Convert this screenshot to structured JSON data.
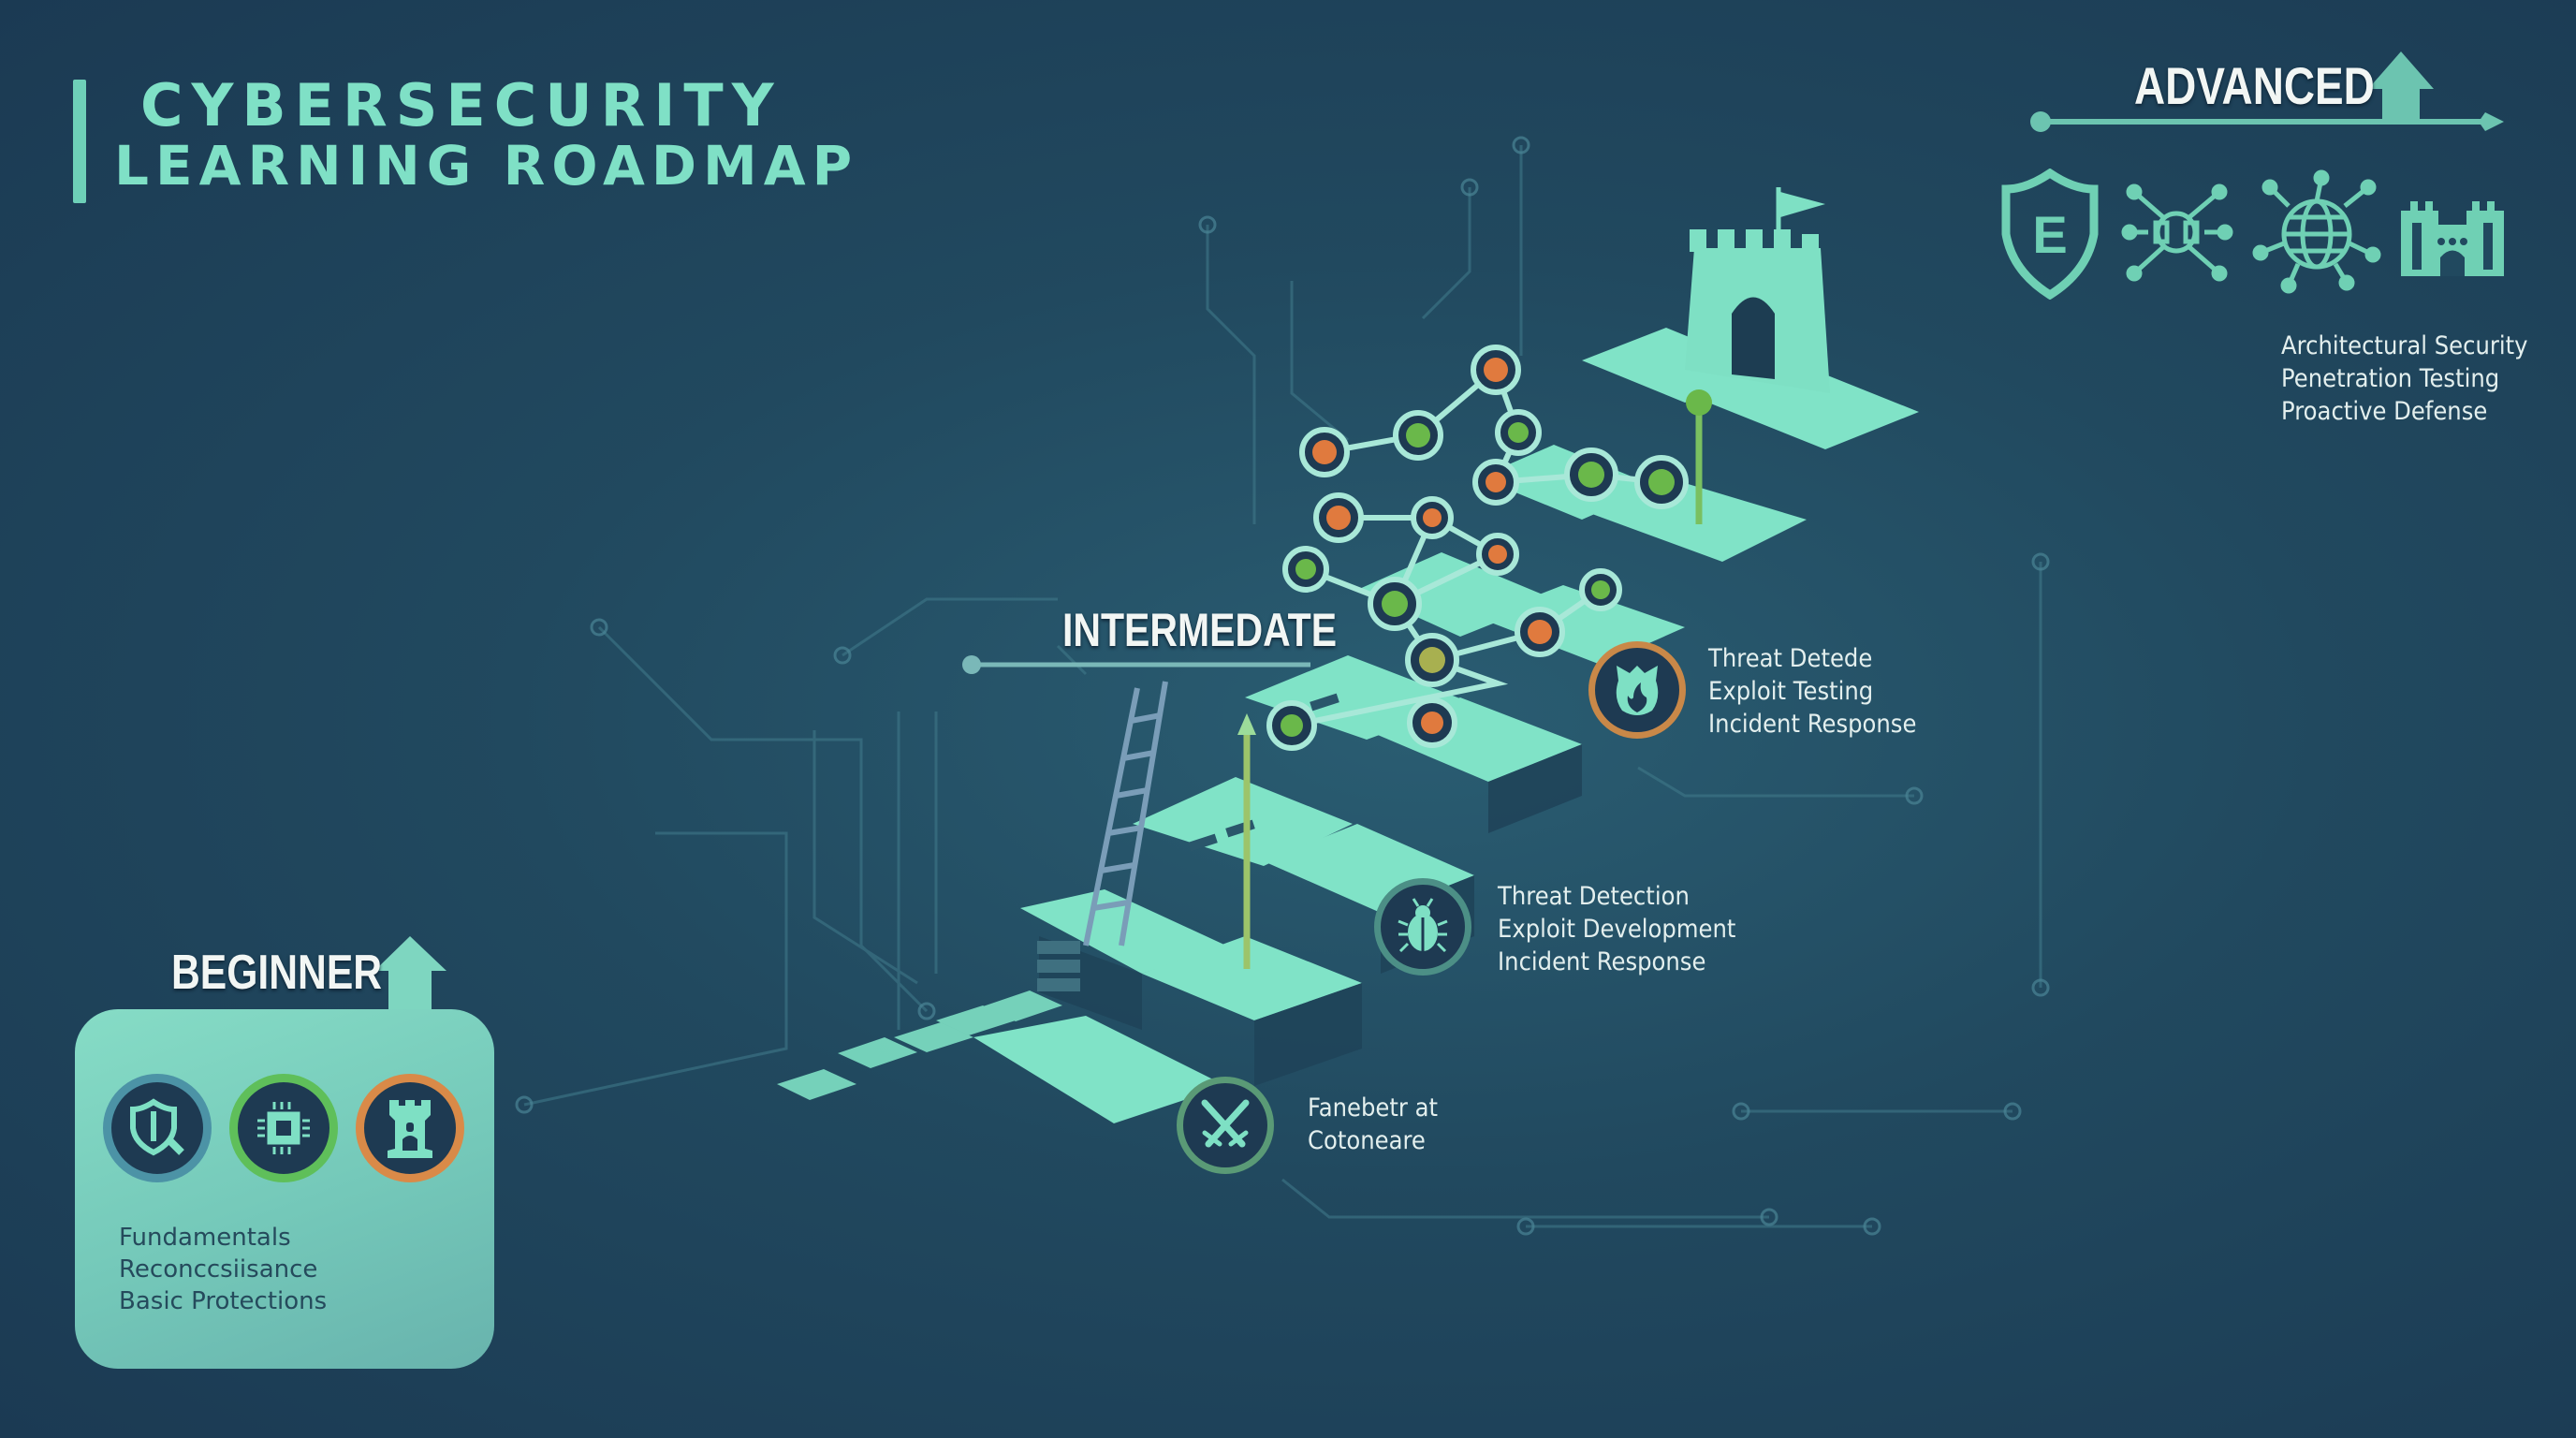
{
  "title": {
    "line1": "CYBERSECURITY",
    "line2": "LEARNING ROADMAP"
  },
  "levels": {
    "beginner": {
      "label": "BEGINNER",
      "icons": [
        "shield-search-icon",
        "chip-icon",
        "tower-icon"
      ],
      "topics": [
        "Fundamentals",
        "Reconccsiisance",
        "Basic Protections"
      ]
    },
    "intermediate": {
      "label": "INTERMEDATE"
    },
    "advanced": {
      "label": "ADVANCED",
      "icons": [
        "shield-e-icon",
        "network-node-icon",
        "globe-network-icon",
        "castle-icon"
      ],
      "topics": [
        "Architectural Security",
        "Penetration Testing",
        "Proactive Defense"
      ]
    }
  },
  "milestones": [
    {
      "icon": "crossed-swords-icon",
      "lines": [
        "Fanebetr at",
        "Cotoneare"
      ]
    },
    {
      "icon": "bug-icon",
      "lines": [
        "Threat Detection",
        "Exploit Development",
        "Incident Response"
      ]
    },
    {
      "icon": "fire-shield-icon",
      "lines": [
        "Threat Detede",
        "Exploit Testing",
        "Incident Response"
      ]
    }
  ],
  "colors": {
    "background": "#21495f",
    "accent": "#7fe0c6",
    "tile": "#7ee0c4",
    "orange": "#e07a3e",
    "green": "#6ab84a"
  }
}
